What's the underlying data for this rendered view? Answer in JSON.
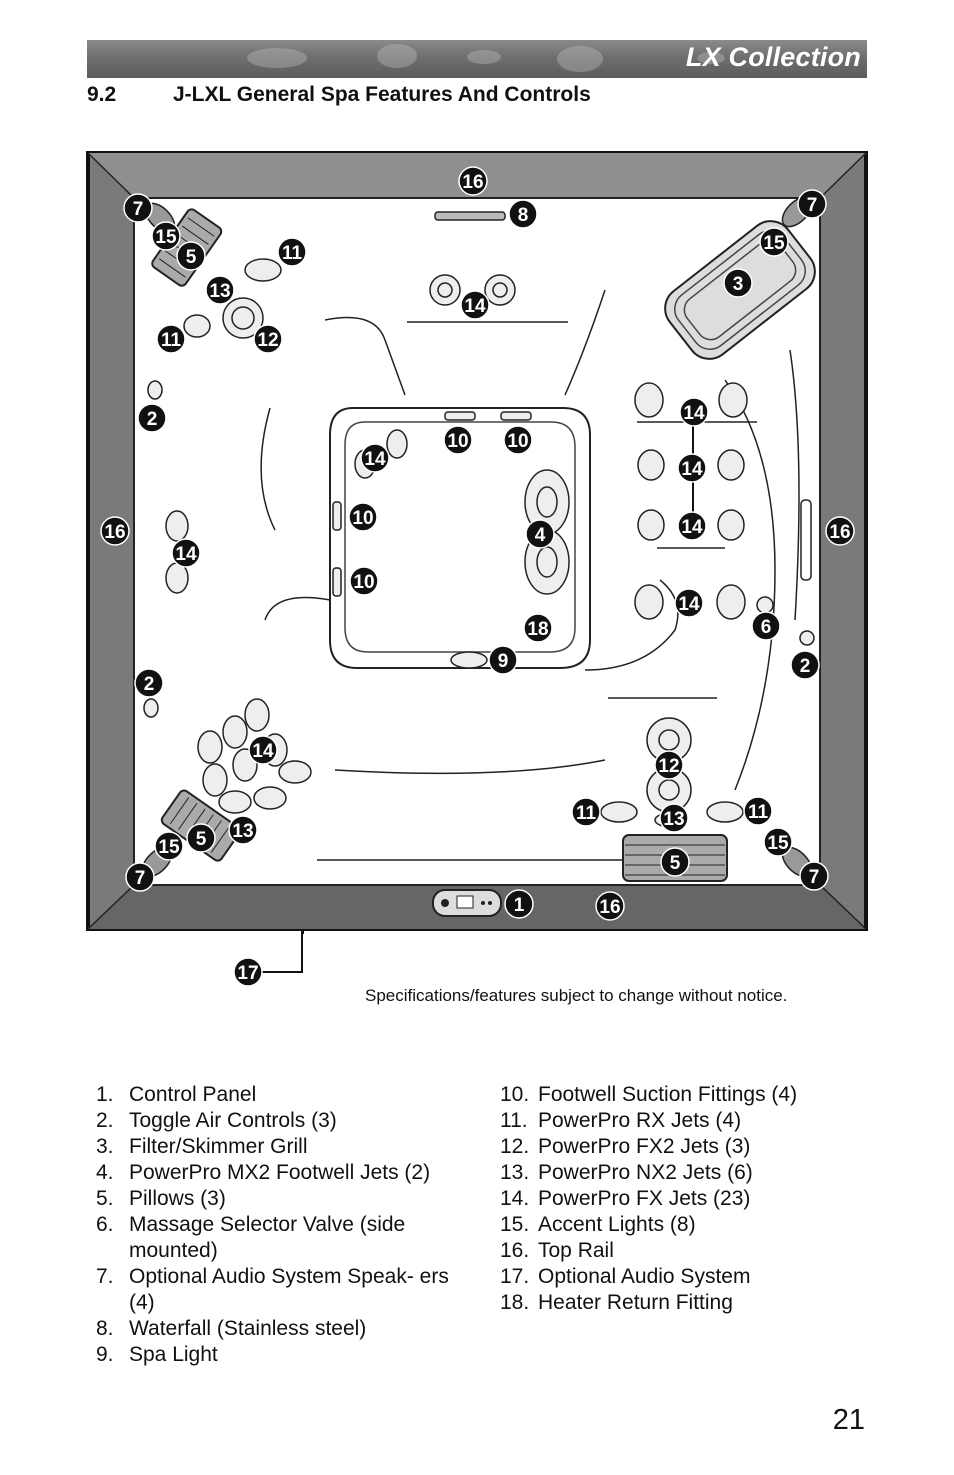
{
  "header": {
    "banner_title": "LX Collection"
  },
  "section": {
    "number": "9.2",
    "title": "J-LXL General Spa Features And Controls"
  },
  "diagram": {
    "callouts": [
      "16",
      "8",
      "7",
      "7",
      "15",
      "15",
      "5",
      "11",
      "13",
      "3",
      "11",
      "12",
      "14",
      "2",
      "14",
      "10",
      "10",
      "14",
      "10",
      "4",
      "14",
      "16",
      "16",
      "14",
      "14",
      "10",
      "14",
      "18",
      "6",
      "9",
      "2",
      "2",
      "14",
      "12",
      "11",
      "11",
      "13",
      "15",
      "5",
      "15",
      "5",
      "13",
      "7",
      "7",
      "1",
      "16",
      "17"
    ]
  },
  "notice": "Specifications/features subject to change without notice.",
  "legend_left": [
    {
      "n": "1.",
      "text": "Control Panel"
    },
    {
      "n": "2.",
      "text": "Toggle Air Controls (3)"
    },
    {
      "n": "3.",
      "text": "Filter/Skimmer Grill"
    },
    {
      "n": "4.",
      "text": "PowerPro MX2 Footwell Jets (2)"
    },
    {
      "n": "5.",
      "text": "Pillows (3)"
    },
    {
      "n": "6.",
      "text": "Massage Selector Valve (side mounted)"
    },
    {
      "n": "7.",
      "text": "Optional Audio System Speak- ers (4)"
    },
    {
      "n": "8.",
      "text": "Waterfall (Stainless steel)"
    },
    {
      "n": "9.",
      "text": "Spa Light"
    }
  ],
  "legend_right": [
    {
      "n": "10.",
      "text": "Footwell Suction Fittings (4)"
    },
    {
      "n": "11.",
      "text": "PowerPro RX Jets (4)"
    },
    {
      "n": "12.",
      "text": "PowerPro FX2 Jets (3)"
    },
    {
      "n": "13.",
      "text": "PowerPro NX2 Jets (6)"
    },
    {
      "n": "14.",
      "text": "PowerPro FX Jets (23)"
    },
    {
      "n": "15.",
      "text": "Accent Lights (8)"
    },
    {
      "n": "16.",
      "text": "Top Rail"
    },
    {
      "n": "17.",
      "text": "Optional Audio System"
    },
    {
      "n": "18.",
      "text": "Heater Return Fitting"
    }
  ],
  "page_number": "21"
}
